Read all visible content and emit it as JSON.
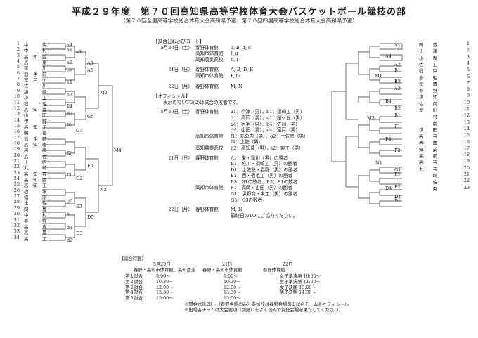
{
  "header": {
    "title": "平成２９年度　第７０回高知県高等学校体育大会バスケットボール競技の部",
    "subtitle": "（第７０回全国高等学校総合体育大会高知県予選、第７０回四国高等学校総合体育大会高知県予選）"
  },
  "left_bracket": {
    "teams": [
      {
        "no": "1",
        "name": "中　　　央"
      },
      {
        "no": "2",
        "name": "中　　　村"
      },
      {
        "no": "3",
        "name": "高　知　西"
      },
      {
        "no": "4",
        "name": "高　　　東"
      },
      {
        "no": "5",
        "name": "窪　　　川"
      },
      {
        "no": "6",
        "name": "追　手　前"
      },
      {
        "no": "7",
        "name": "室　戸　ケ"
      },
      {
        "no": "8",
        "name": "佐　　　川"
      },
      {
        "no": "9",
        "name": "須　　　崎"
      },
      {
        "no": "10",
        "name": "小　　　工"
      },
      {
        "no": "11",
        "name": "宿　　　毛"
      },
      {
        "no": "12",
        "name": "高　知　農"
      },
      {
        "no": "13",
        "name": "山　　　田"
      },
      {
        "no": "14",
        "name": "伊　　　野"
      },
      {
        "no": "15",
        "name": "高　知　工"
      },
      {
        "no": "16",
        "name": "明　　　徳"
      },
      {
        "no": "17",
        "name": "追　手　前"
      },
      {
        "no": "18",
        "name": "高　知　南"
      },
      {
        "no": "19",
        "name": "高　　　商"
      },
      {
        "no": "20",
        "name": "高　　　佐"
      },
      {
        "no": "21",
        "name": "土　　　内"
      },
      {
        "no": "22",
        "name": "丸　　　崎"
      },
      {
        "no": "23",
        "name": "高　知　芸"
      },
      {
        "no": "24",
        "name": "高　知　西"
      },
      {
        "no": "25",
        "name": "高　知　工"
      },
      {
        "no": "26",
        "name": "宿　　　水"
      },
      {
        "no": "27",
        "name": "檮　　　原"
      },
      {
        "no": "28",
        "name": "土　　　佐"
      },
      {
        "no": "29",
        "name": "岡　　　豊"
      },
      {
        "no": "30",
        "name": "中　　　村"
      },
      {
        "no": "31",
        "name": "春　　　野"
      },
      {
        "no": "32",
        "name": "高　　　専"
      },
      {
        "no": "33",
        "name": "高　　　農"
      },
      {
        "no": "34",
        "name": "高　　　工"
      }
    ],
    "codes": [
      "a4",
      "a1",
      "a2",
      "a3",
      "A3",
      "e2",
      "e1",
      "A5",
      "e3",
      "e4",
      "M2",
      "f1",
      "d3",
      "f4",
      "G3",
      "G5",
      "f2",
      "f3",
      "F5",
      "G2",
      "g2",
      "N2",
      "a",
      "M4",
      "E3",
      "d1",
      "d2",
      "D3",
      "D5"
    ]
  },
  "right_bracket": {
    "teams": [
      {
        "no": "1",
        "name": "岡　　豊"
      },
      {
        "no": "2",
        "name": "土　　津"
      },
      {
        "no": "3",
        "name": "小　　専"
      },
      {
        "no": "4",
        "name": "佐　　工"
      },
      {
        "no": "5",
        "name": "宿　　戸"
      },
      {
        "no": "6",
        "name": "多　　毛"
      },
      {
        "no": "7",
        "name": "室　　農"
      },
      {
        "no": "8",
        "name": "春　　野"
      },
      {
        "no": "9",
        "name": "伊　　知"
      },
      {
        "no": "10",
        "name": "佐　　商"
      },
      {
        "no": "11",
        "name": "室　　川"
      },
      {
        "no": "12",
        "name": "　　　村"
      },
      {
        "no": "13",
        "name": "　　　南"
      },
      {
        "no": "14",
        "name": "伊　　田"
      },
      {
        "no": "15",
        "name": "高　　芸"
      },
      {
        "no": "16",
        "name": "西　　農"
      },
      {
        "no": "17",
        "name": "知　　業"
      },
      {
        "no": "18",
        "name": "高　　前"
      },
      {
        "no": "19",
        "name": "高　　芸"
      },
      {
        "no": "20",
        "name": "丸　　芸"
      },
      {
        "no": "21",
        "name": "　　　崎"
      },
      {
        "no": "22",
        "name": "　　　佐"
      },
      {
        "no": "23",
        "name": "　　　央"
      }
    ],
    "codes": [
      "A1",
      "A4",
      "A2",
      "B1",
      "B3",
      "M1",
      "A2",
      "B4",
      "B2",
      "B1",
      "M3",
      "F1",
      "F4",
      "F2",
      "N1",
      "G1",
      "E1",
      "E2",
      "D4",
      "E1",
      "D1"
    ]
  },
  "venue_courts": {
    "heading": "【試合日およびコート】",
    "rows": [
      {
        "date": "5月20日（土）",
        "venue": "春野体育館",
        "courts": "a, b, d, e"
      },
      {
        "date": "",
        "venue": "高知市体育館",
        "courts": "f, g"
      },
      {
        "date": "",
        "venue": "高知農業高校",
        "courts": "h, i"
      },
      {
        "date": "21日（日）",
        "venue": "春野体育館",
        "courts": "A, B, D, E"
      },
      {
        "date": "",
        "venue": "高知市体育館",
        "courts": "F, G"
      },
      {
        "date": "22日（月）",
        "venue": "春野体育館",
        "courts": "M, N"
      }
    ]
  },
  "officials": {
    "heading": "【オフィシャル】",
    "note": "表示のないTO(2)は試合の敗者です。",
    "rows": [
      {
        "date": "5月20日（土）",
        "venue": "春野体育館",
        "text": "a1：小津（男），b1：須崎工（男）"
      },
      {
        "date": "",
        "venue": "",
        "text": "d1：高岡（男），e1：桜ケ丘（男）"
      },
      {
        "date": "",
        "venue": "",
        "text": "a4：宿毛（男），b4：佐川（男）"
      },
      {
        "date": "",
        "venue": "",
        "text": "d4：山田（男），e4：室戸（男）"
      },
      {
        "date": "",
        "venue": "高知市体育館",
        "text": "f1：丸の内（男），g2：土佐塾（男）"
      },
      {
        "date": "",
        "venue": "",
        "text": "f4：土佐（男）"
      },
      {
        "date": "",
        "venue": "高知農業高校",
        "text": "h2：高知農（男），i2：東工（男）"
      },
      {
        "date": "21日（日）",
        "venue": "春野体育館",
        "text": "A1：東・窪川（男）の勝者"
      },
      {
        "date": "",
        "venue": "",
        "text": "B1：佐川・須崎工（男）の勝者"
      },
      {
        "date": "",
        "venue": "",
        "text": "D1：土佐塾・春野（男）の勝者"
      },
      {
        "date": "",
        "venue": "",
        "text": "E1：西・宿毛工（男）の勝者"
      },
      {
        "date": "",
        "venue": "",
        "text": "B3：B1の敗者，E3：E1の敗者"
      },
      {
        "date": "",
        "venue": "高知市体育館",
        "text": "F1：高岡・山田（男）の勝者"
      },
      {
        "date": "",
        "venue": "",
        "text": "G1：伊野商・東工（男）の勝者"
      },
      {
        "date": "",
        "venue": "",
        "text": "G5：G3の敗者"
      },
      {
        "date": "22日（月）",
        "venue": "春野体育館",
        "text": "M, N"
      },
      {
        "date": "",
        "venue": "",
        "text": "最終日のTOにご協力ください。"
      }
    ]
  },
  "schedule": {
    "heading": "【試合時間】",
    "cols": [
      {
        "date": "5月20日",
        "venue": "春野・高知市体育館，高知農業"
      },
      {
        "date": "21日",
        "venue": "春野・高知市体育館"
      },
      {
        "date": "22日",
        "venue": "春野体育館"
      }
    ],
    "rows": [
      {
        "label": "第１試合",
        "c1": "9:00～",
        "c2": "9:00～",
        "c3": "女子準決勝 10:00～"
      },
      {
        "label": "第２試合",
        "c1": "10:30～",
        "c2": "10:30～",
        "c3": "男子準決勝 11:00～"
      },
      {
        "label": "第３試合",
        "c1": "12:00～",
        "c2": "12:00～",
        "c3": "女子決勝 13:00～"
      },
      {
        "label": "第４試合",
        "c1": "13:30～",
        "c2": "13:30～",
        "c3": "男子決勝 14:30～"
      },
      {
        "label": "第５試合",
        "c1": "15:00～",
        "c2": "15:00～",
        "c3": ""
      }
    ],
    "notes": [
      "※開会式8:20～（春野会場のみ）参加校は春野会場第１試合チーム＆オフィシャル",
      "※出場各チームは大会要項（別紙）をよく読んで責任会場を果たしてください。"
    ]
  }
}
